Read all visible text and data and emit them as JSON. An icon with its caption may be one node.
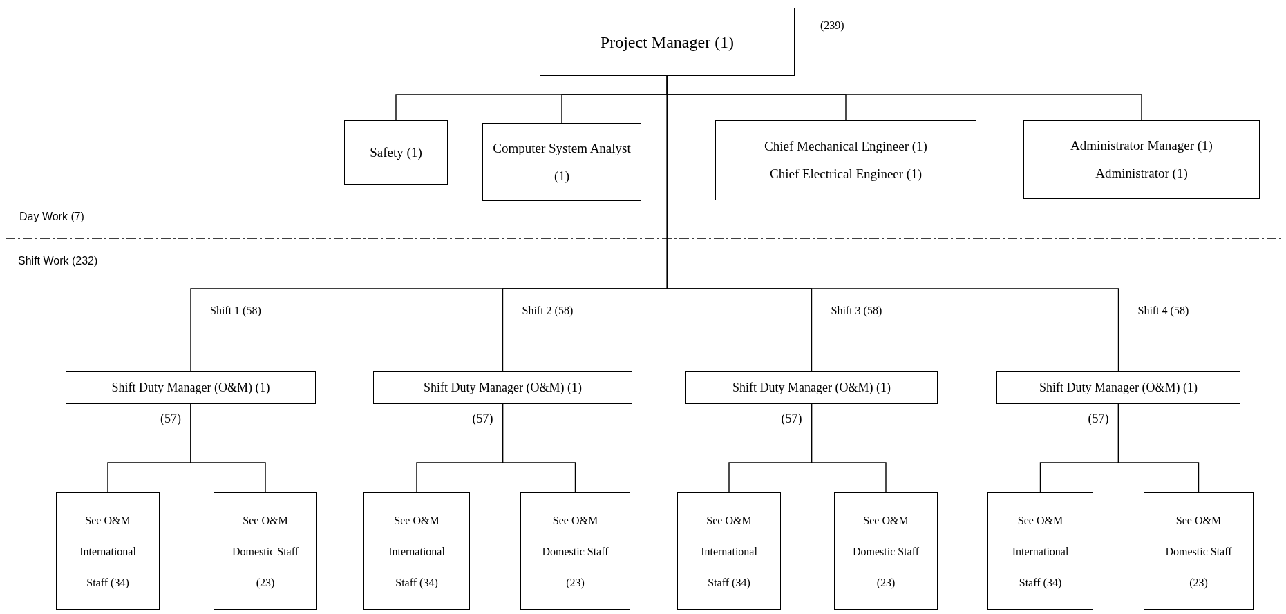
{
  "diagram": {
    "nodes": [
      {
        "text": [
          "Project Manager (1)"
        ],
        "beside": [
          "(239)"
        ]
      },
      {
        "text": [
          "Safety (1)"
        ]
      },
      {
        "text": [
          "Computer System Analyst (1)"
        ]
      },
      {
        "text": [
          "Chief Mechanical Engineer (1)",
          "Chief Electrical Engineer (1)"
        ]
      },
      {
        "text": [
          "Administrator Manager (1)",
          "Administrator (1)"
        ]
      },
      {
        "text": [
          "Shift Duty Manager (O&M) (1)"
        ],
        "beside": [
          "(57)"
        ]
      },
      {
        "text": [
          "See O&M International Staff (34)"
        ]
      },
      {
        "text": [
          "See O&M Domestic Staff (23)"
        ]
      },
      {
        "text": [
          "Shift Duty Manager (O&M) (1)"
        ],
        "beside": [
          "(57)"
        ]
      },
      {
        "text": [
          "See O&M International Staff (34)"
        ]
      },
      {
        "text": [
          "See O&M Domestic Staff (23)"
        ]
      },
      {
        "text": [
          "Shift Duty Manager (O&M) (1)"
        ],
        "beside": [
          "(57)"
        ]
      },
      {
        "text": [
          "See O&M International Staff (34)"
        ]
      },
      {
        "text": [
          "See O&M Domestic Staff (23)"
        ]
      },
      {
        "text": [
          "Shift Duty Manager (O&M) (1)"
        ],
        "beside": [
          "(57)"
        ]
      },
      {
        "text": [
          "See O&M International Staff (34)"
        ]
      },
      {
        "text": [
          "See O&M Domestic Staff (23)"
        ]
      }
    ],
    "edges": [
      {
        "from": 0,
        "to": 1,
        "arrow": "none"
      },
      {
        "from": 0,
        "to": 2,
        "arrow": "none"
      },
      {
        "from": 0,
        "to": 3,
        "arrow": "none"
      },
      {
        "from": 0,
        "to": 4,
        "arrow": "none"
      },
      {
        "from": 0,
        "to": 5,
        "arrow": "none",
        "label": "Shift 1 (58)"
      },
      {
        "from": 0,
        "to": 8,
        "arrow": "none",
        "label": "Shift 2 (58)"
      },
      {
        "from": 0,
        "to": 11,
        "arrow": "none",
        "label": "Shift 3 (58)"
      },
      {
        "from": 0,
        "to": 14,
        "arrow": "none",
        "label": "Shift 4 (58)"
      },
      {
        "from": 5,
        "to": 6,
        "arrow": "none"
      },
      {
        "from": 5,
        "to": 7,
        "arrow": "none"
      },
      {
        "from": 8,
        "to": 9,
        "arrow": "none"
      },
      {
        "from": 8,
        "to": 10,
        "arrow": "none"
      },
      {
        "from": 11,
        "to": 12,
        "arrow": "none"
      },
      {
        "from": 11,
        "to": 13,
        "arrow": "none"
      },
      {
        "from": 14,
        "to": 15,
        "arrow": "none"
      },
      {
        "from": 14,
        "to": 16,
        "arrow": "none"
      }
    ],
    "labels": [
      "Day Work (7)",
      "Shift Work (232)"
    ]
  }
}
